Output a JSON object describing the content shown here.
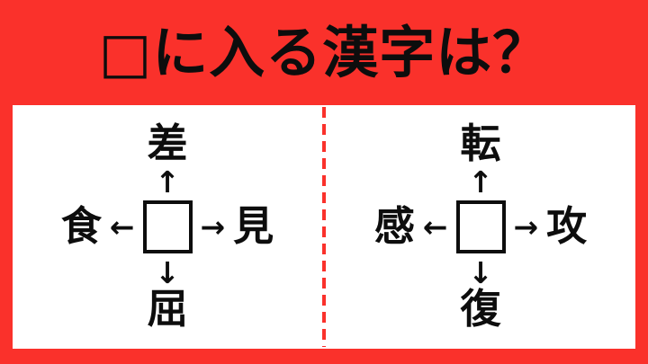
{
  "title": "□に入る漢字は？",
  "colors": {
    "background": "#fa312b",
    "panel": "#ffffff",
    "ink": "#0d0d0d",
    "divider": "#fa312b"
  },
  "puzzles": [
    {
      "side": "left",
      "top": "差",
      "left": "食",
      "right": "見",
      "bottom": "屈",
      "arrow_up": "↑",
      "arrow_left": "←",
      "arrow_right": "→",
      "arrow_down": "↓"
    },
    {
      "side": "right",
      "top": "転",
      "left": "感",
      "right": "攻",
      "bottom": "復",
      "arrow_up": "↑",
      "arrow_left": "←",
      "arrow_right": "→",
      "arrow_down": "↓"
    }
  ]
}
